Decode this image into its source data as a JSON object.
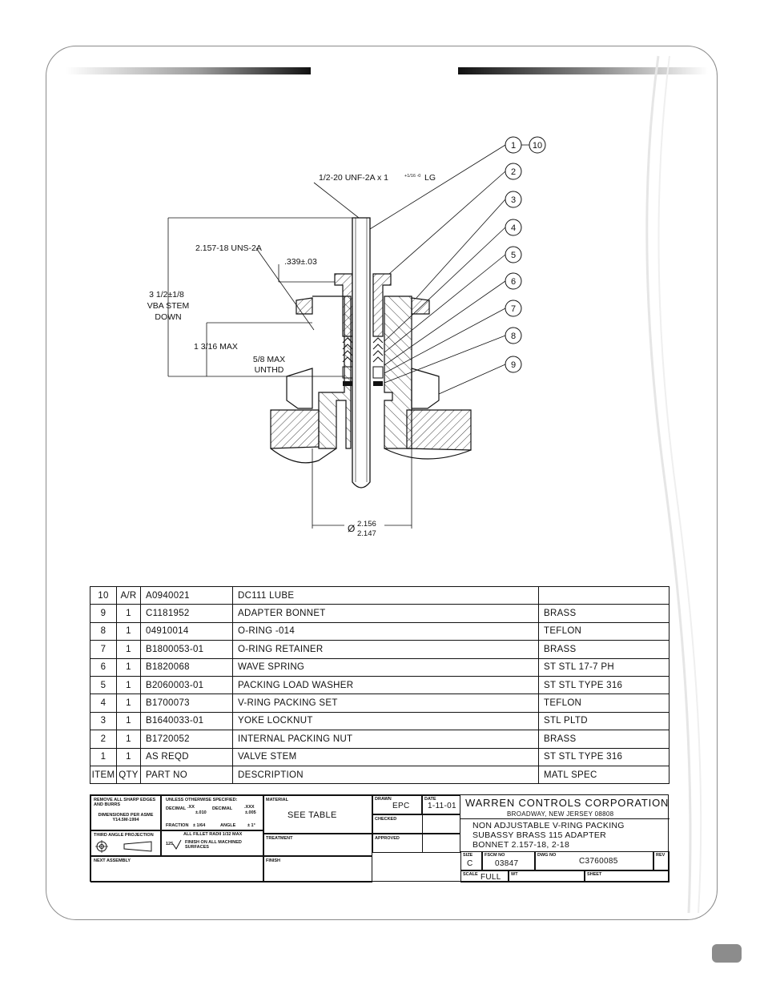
{
  "callouts": [
    "1",
    "10",
    "2",
    "3",
    "4",
    "5",
    "6",
    "7",
    "8",
    "9"
  ],
  "dimensions": {
    "thread_top": "1/2-20 UNF-2A x 1",
    "thread_top_tol": "+1/16 -0",
    "thread_top_suffix": "LG",
    "thread_body": "2.157-18 UNS-2A",
    "nut_height": ".339±.03",
    "stem_down_line1": "3 1/2±1/8",
    "stem_down_line2": "VBA STEM",
    "stem_down_line3": "DOWN",
    "max_len": "1 3/16 MAX",
    "unthd_line1": "5/8 MAX",
    "unthd_line2": "UNTHD",
    "dia_symbol": "Ø",
    "dia_upper": "2.156",
    "dia_lower": "2.147"
  },
  "parts_table": {
    "rows": [
      {
        "item": "10",
        "qty": "A/R",
        "part": "A0940021",
        "desc": "DC111 LUBE",
        "matl": ""
      },
      {
        "item": "9",
        "qty": "1",
        "part": "C1181952",
        "desc": "ADAPTER BONNET",
        "matl": "BRASS"
      },
      {
        "item": "8",
        "qty": "1",
        "part": "04910014",
        "desc": "O-RING -014",
        "matl": "TEFLON"
      },
      {
        "item": "7",
        "qty": "1",
        "part": "B1800053-01",
        "desc": "O-RING RETAINER",
        "matl": "BRASS"
      },
      {
        "item": "6",
        "qty": "1",
        "part": "B1820068",
        "desc": "WAVE SPRING",
        "matl": "ST STL 17-7 PH"
      },
      {
        "item": "5",
        "qty": "1",
        "part": "B2060003-01",
        "desc": "PACKING LOAD WASHER",
        "matl": "ST STL TYPE 316"
      },
      {
        "item": "4",
        "qty": "1",
        "part": "B1700073",
        "desc": "V-RING PACKING SET",
        "matl": "TEFLON"
      },
      {
        "item": "3",
        "qty": "1",
        "part": "B1640033-01",
        "desc": "YOKE LOCKNUT",
        "matl": "STL PLTD"
      },
      {
        "item": "2",
        "qty": "1",
        "part": "B1720052",
        "desc": "INTERNAL PACKING NUT",
        "matl": "BRASS"
      },
      {
        "item": "1",
        "qty": "1",
        "part": "AS REQD",
        "desc": "VALVE STEM",
        "matl": "ST STL TYPE 316"
      }
    ],
    "header": {
      "item": "ITEM",
      "qty": "QTY",
      "part": "PART NO",
      "desc": "DESCRIPTION",
      "matl": "MATL SPEC"
    }
  },
  "title_block": {
    "remove_edges": "REMOVE ALL SHARP EDGES AND BURRS",
    "unless_specified": "UNLESS OTHERWISE SPECIFIED:",
    "decimal_label": "DECIMAL",
    "xx": ".XX",
    "xx_tol": "±.010",
    "xxx": ".XXX",
    "xxx_tol": "±.005",
    "fraction_label": "FRACTION",
    "fraction_tol": "± 1/64",
    "angle_label": "ANGLE",
    "angle_tol": "± 1°",
    "dimensioned_per": "DIMENSIONED PER ASME Y14.5M-1994",
    "fillet_radii": "ALL FILLET RADII 1/32 MAX",
    "third_angle": "THIRD ANGLE PROJECTION",
    "finish_value": "125",
    "finish_note": "FINISH ON ALL MACHINED SURFACES",
    "next_assembly": "NEXT ASSEMBLY",
    "material_label": "MATERIAL",
    "material_value": "SEE TABLE",
    "treatment_label": "TREATMENT",
    "finish_label": "FINISH",
    "drawn_label": "DRAWN",
    "drawn_value": "EPC",
    "date_label": "DATE",
    "date_value": "1-11-01",
    "checked_label": "CHECKED",
    "approved_label": "APPROVED",
    "company": "WARREN CONTROLS CORPORATION",
    "address": "BROADWAY, NEW JERSEY 08808",
    "title_line1": "NON ADJUSTABLE V-RING PACKING",
    "title_line2": "SUBASSY BRASS 115 ADAPTER",
    "title_line3": "BONNET 2.157-18, 2-18",
    "size_label": "SIZE",
    "size_value": "C",
    "fscm_label": "FSCM NO",
    "fscm_value": "03847",
    "dwg_label": "DWG NO",
    "dwg_value": "C3760085",
    "rev_label": "REV",
    "scale_label": "SCALE",
    "scale_value": "FULL",
    "wt_label": "WT",
    "sheet_label": "SHEET"
  }
}
